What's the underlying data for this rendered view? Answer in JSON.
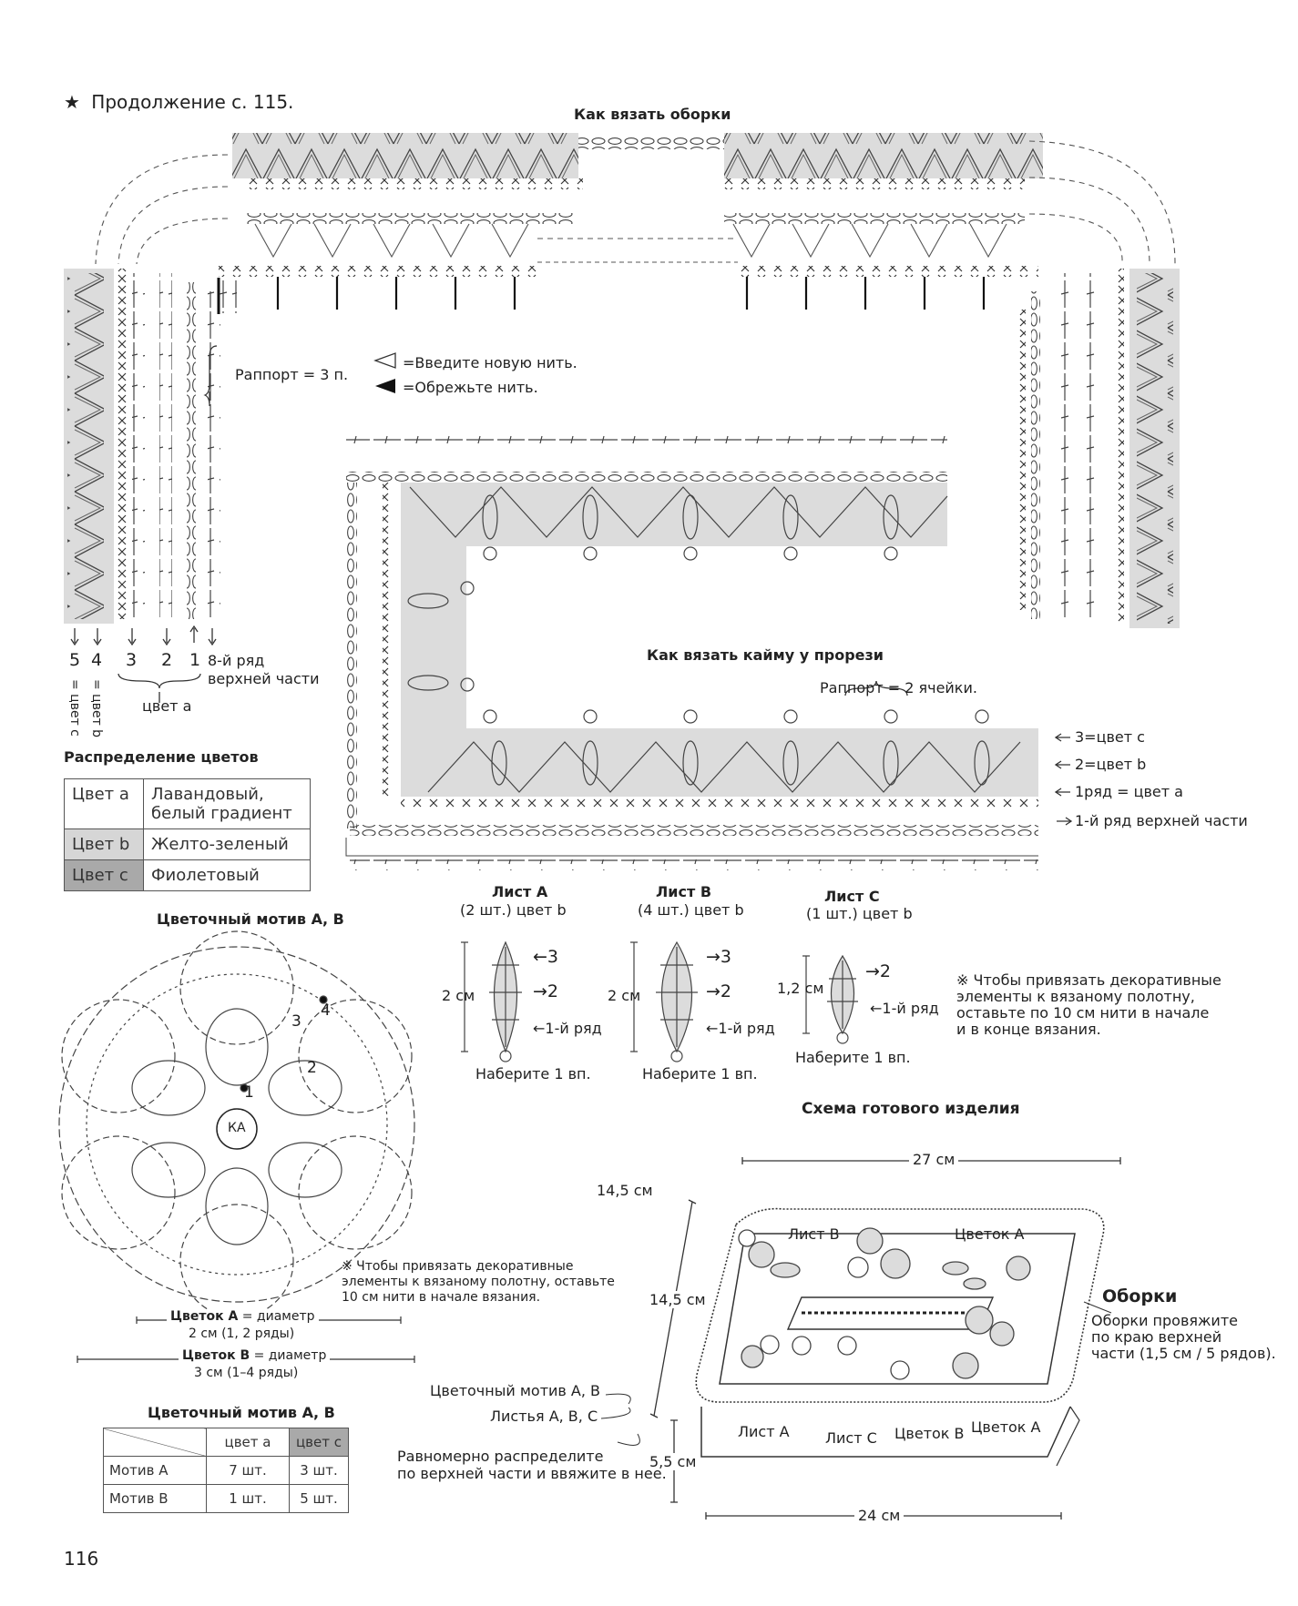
{
  "header": {
    "star": "★",
    "continuation": "Продолжение с. 115."
  },
  "ruffle_title": "Как вязать оборки",
  "repeat_3": "Раппорт =  3 п.",
  "legend": {
    "new_thread": "=Введите новую нить.",
    "cut_thread": "=Обрежьте нить."
  },
  "row_numbers": {
    "r5": "5",
    "r4": "4",
    "r3": "3",
    "r2": "2",
    "r1": "1"
  },
  "row_labels": {
    "color_c_vertical": "= цвет с",
    "color_b_vertical": "= цвет b",
    "color_a": "цвет а",
    "top_row_8": "8-й ряд\nверхней части"
  },
  "slot_title": "Как вязать кайму у прорези",
  "repeat_2": "Раппорт = 2 ячейки.",
  "slot_rows": {
    "r3": "3=цвет с",
    "r2": "2=цвет b",
    "r1": "1ряд = цвет а",
    "top1": "1-й ряд верхней части"
  },
  "color_dist": {
    "title": "Распределение цветов",
    "rows": [
      {
        "name": "Цвет а",
        "desc": "Лавандовый, белый градиент"
      },
      {
        "name": "Цвет b",
        "desc": "Желто-зеленый"
      },
      {
        "name": "Цвет с",
        "desc": "Фиолетовый"
      }
    ]
  },
  "flower_motif": {
    "title": "Цветочный мотив А, В",
    "center": "КА",
    "nums": [
      "1",
      "2",
      "3",
      "4"
    ],
    "note": "※ Чтобы привязать декоративные\nэлементы к вязаному полотну, оставьте\n10 см нити в начале вязания.",
    "flower_a": "Цветок А",
    "flower_a_desc": " = диаметр",
    "flower_a_size": "2 см (1, 2 ряды)",
    "flower_b": "Цветок В",
    "flower_b_desc": " = диаметр",
    "flower_b_size": "3 см (1–4 ряды)"
  },
  "leaves": [
    {
      "title": "Лист А",
      "sub": "(2 шт.) цвет b",
      "size": "2 см",
      "rows": [
        "←3",
        "→2",
        "←1-й ряд"
      ],
      "start": "Наберите 1 вп."
    },
    {
      "title": "Лист В",
      "sub": "(4 шт.) цвет b",
      "size": "2 см",
      "rows": [
        "→3",
        "→2",
        "←1-й ряд"
      ],
      "start": "Наберите 1 вп."
    },
    {
      "title": "Лист С",
      "sub": "(1 шт.) цвет b",
      "size": "1,2 см",
      "rows": [
        "→2",
        "←1-й ряд"
      ],
      "start": "Наберите 1 вп."
    }
  ],
  "leaves_note": "※ Чтобы привязать декоративные\nэлементы к вязаному полотну,\nоставьте по 10 см нити в начале\nи в конце вязания.",
  "scheme": {
    "title": "Схема готового изделия",
    "w_top": "27 см",
    "h_left_top": "14,5 см",
    "h_left": "14,5 см",
    "h_bottom": "5,5 см",
    "w_bottom": "24 см",
    "labels": {
      "leaf_b": "Лист В",
      "flower_a_top": "Цветок А",
      "leaf_a": "Лист А",
      "leaf_c": "Лист С",
      "flower_b": "Цветок В",
      "flower_a_bottom": "Цветок А"
    },
    "ruffles": "Оборки",
    "ruffles_note": "Оборки провяжите\nпо краю верхней\nчасти (1,5 см / 5 рядов).",
    "motif_note_1": "Цветочный мотив А, В",
    "motif_note_2": "Листья А, В, С",
    "distribute": "Равномерно распределите\nпо верхней части и ввяжите в нее."
  },
  "motif_table": {
    "title": "Цветочный мотив А, В",
    "headers": [
      "",
      "цвет а",
      "цвет с"
    ],
    "rows": [
      {
        "name": "Мотив А",
        "a": "7 шт.",
        "c": "3 шт."
      },
      {
        "name": "Мотив В",
        "a": "1 шт.",
        "c": "5 шт."
      }
    ]
  },
  "page_number": "116"
}
